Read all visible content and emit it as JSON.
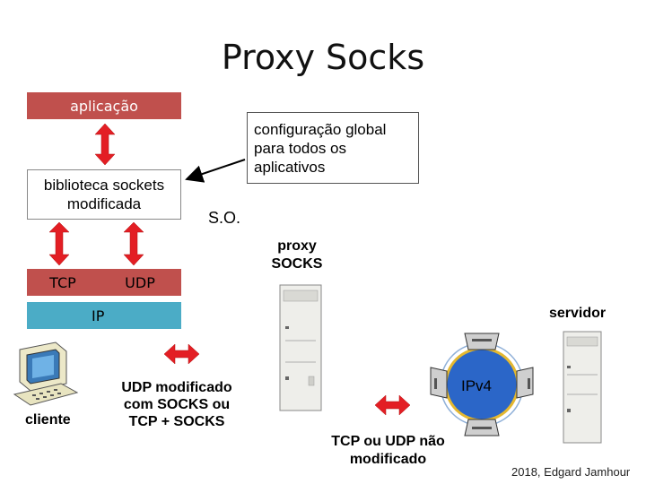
{
  "title": "Proxy Socks",
  "layers": {
    "application": "aplicação",
    "library": "biblioteca sockets modificada",
    "tcp": "TCP",
    "udp": "UDP",
    "ip": "IP"
  },
  "config_note": "configuração global para todos os aplicativos",
  "os_label": "S.O.",
  "proxy_label": "proxy SOCKS",
  "server_label": "servidor",
  "client_label": "cliente",
  "udp_modified_label": "UDP modificado com SOCKS ou TCP + SOCKS",
  "unmodified_label": "TCP ou UDP não modificado",
  "network_label": "IPv4",
  "footer": "2018, Edgard Jamhour",
  "colors": {
    "layer_red": "#c0504d",
    "layer_blue": "#4bacc6",
    "arrow_red": "#e31e24"
  }
}
